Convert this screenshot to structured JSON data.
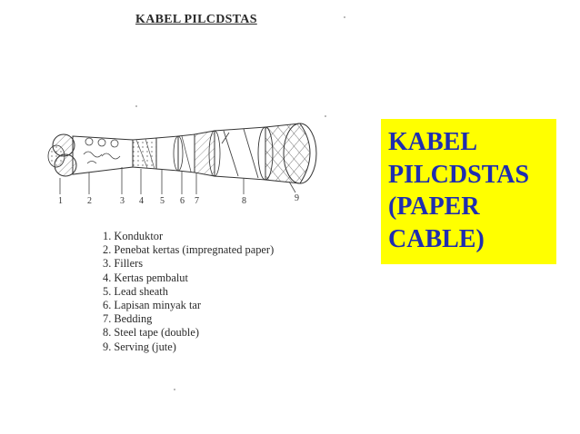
{
  "diagram": {
    "title": "KABEL PILCDSTAS",
    "callout_lines": [
      "KABEL",
      "PILCDSTAS",
      "(PAPER",
      "CABLE)"
    ],
    "callout_background": "#ffff00",
    "callout_text_color": "#1f2db0",
    "layer_numbers": [
      "1",
      "2",
      "3",
      "4",
      "5",
      "6",
      "7",
      "8",
      "9"
    ],
    "legend": [
      "1. Konduktor",
      "2. Penebat kertas (impregnated paper)",
      "3. Fillers",
      "4. Kertas pembalut",
      "5. Lead sheath",
      "6. Lapisan minyak tar",
      "7. Bedding",
      "8. Steel tape (double)",
      "9. Serving (jute)"
    ]
  }
}
